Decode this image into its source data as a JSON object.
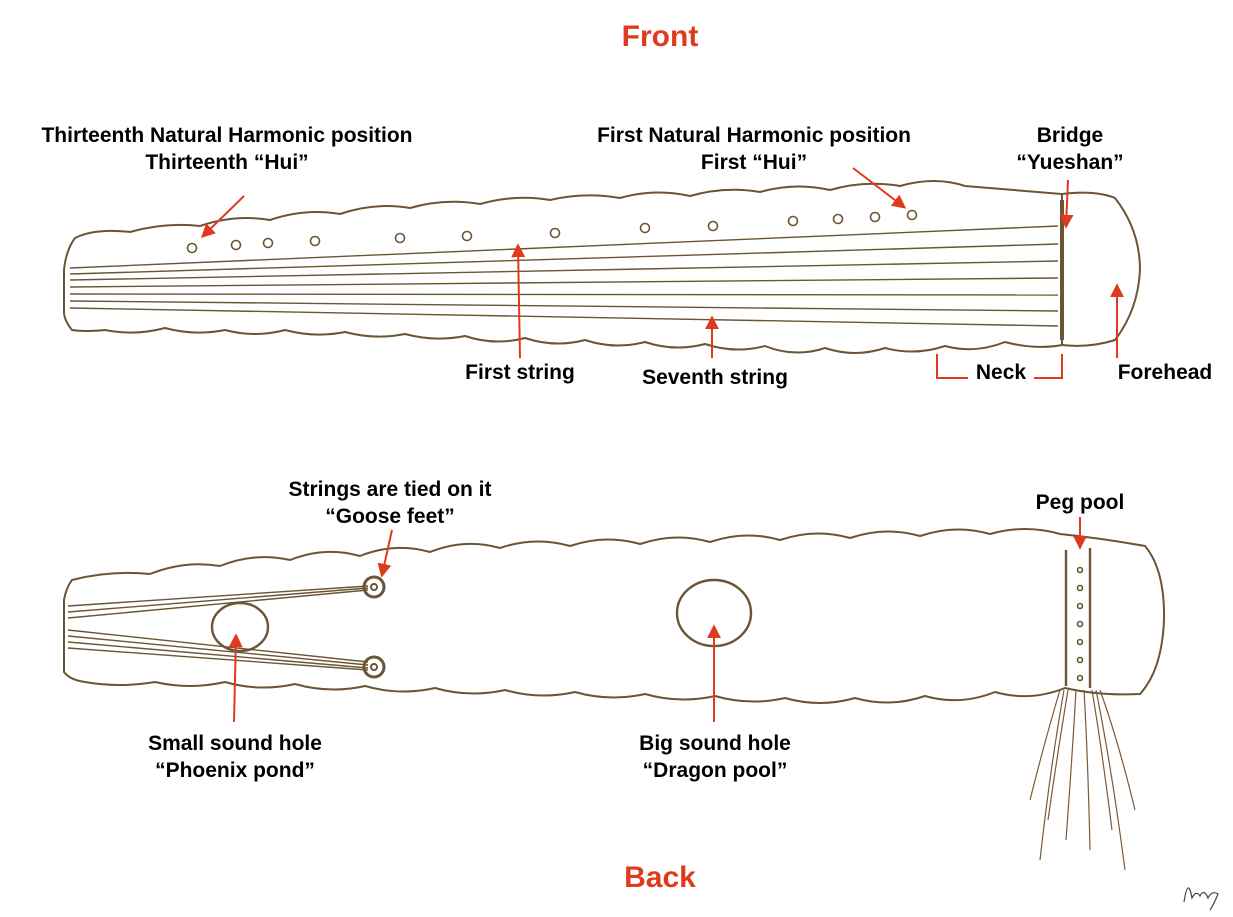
{
  "accent_color": "#e03a1e",
  "ink_color": "#6b5535",
  "front": {
    "title": "Front",
    "labels": {
      "thirteenth_hui_line1": "Thirteenth Natural Harmonic position",
      "thirteenth_hui_line2": "Thirteenth “Hui”",
      "first_hui_line1": "First Natural Harmonic position",
      "first_hui_line2": "First “Hui”",
      "bridge_line1": "Bridge",
      "bridge_line2": "“Yueshan”",
      "first_string": "First string",
      "seventh_string": "Seventh string",
      "neck": "Neck",
      "forehead": "Forehead"
    }
  },
  "back": {
    "title": "Back",
    "labels": {
      "goose_feet_line1": "Strings are tied on it",
      "goose_feet_line2": "“Goose feet”",
      "peg_pool": "Peg pool",
      "small_hole_line1": "Small sound hole",
      "small_hole_line2": "“Phoenix pond”",
      "big_hole_line1": "Big sound hole",
      "big_hole_line2": "“Dragon pool”"
    }
  }
}
